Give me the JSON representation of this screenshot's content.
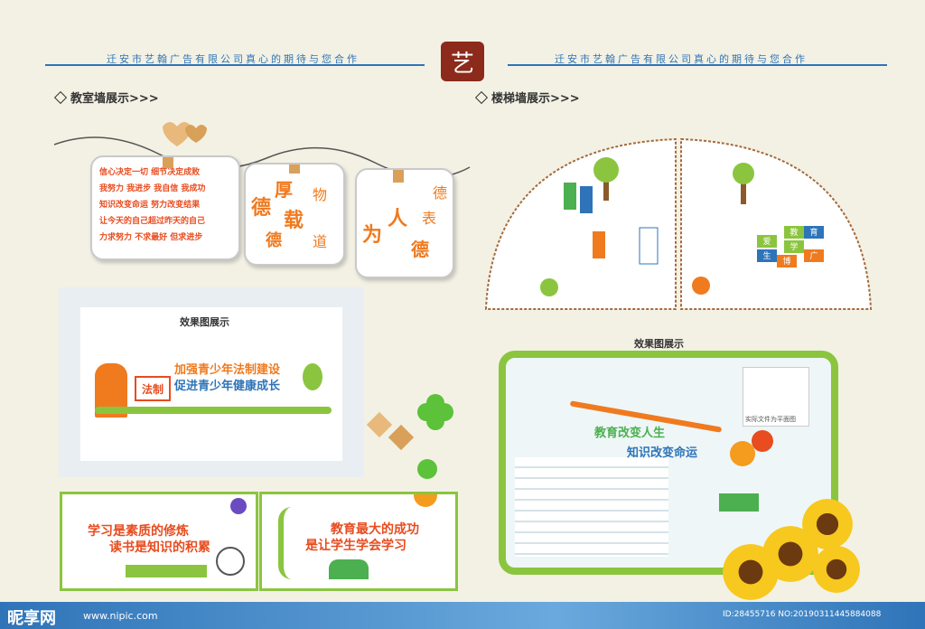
{
  "header": {
    "left_slogan": "迁安市艺翰广告有限公司真心的期待与您合作",
    "right_slogan": "迁安市艺翰广告有限公司真心的期待与您合作",
    "logo_glyph": "艺"
  },
  "sections": {
    "classroom": {
      "title": "教室墙展示>>>"
    },
    "stairs": {
      "title": "楼梯墙展示>>>"
    }
  },
  "classroom_cards": {
    "card1_lines": [
      "信心决定一切 细节决定成败",
      "我努力 我进步 我自信 我成功",
      "知识改变命运 努力改变结果",
      "让今天的自己超过昨天的自己",
      "力求努力 不求最好 但求进步"
    ],
    "card2_chars": [
      "德",
      "厚",
      "载",
      "物",
      "德",
      "道"
    ],
    "card3_chars": [
      "德",
      "为",
      "人",
      "表",
      "德"
    ]
  },
  "effect_room": {
    "label": "效果图展示",
    "badge": "法制",
    "line1": "加强青少年法制建设",
    "line2": "促进青少年健康成长"
  },
  "banners": {
    "left_line1": "学习是素质的修炼",
    "left_line2": "读书是知识的积累",
    "right_line1": "教育最大的成功",
    "right_line2": "是让学生学会学习"
  },
  "stair_panels": {
    "right_tags": [
      "爱",
      "教",
      "生",
      "育",
      "博",
      "学",
      "广"
    ]
  },
  "effect_stairs": {
    "label": "效果图展示",
    "line1": "教育改变人生",
    "line2": "知识改变命运",
    "side_note": "实际文件为平面图"
  },
  "watermark": {
    "brand": "昵享网",
    "url": "www.nipic.com",
    "id": "ID:28455716 NO:20190311445884088"
  },
  "colors": {
    "accent_blue": "#2f74b8",
    "orange": "#f07a1e",
    "green": "#8bc53f"
  }
}
